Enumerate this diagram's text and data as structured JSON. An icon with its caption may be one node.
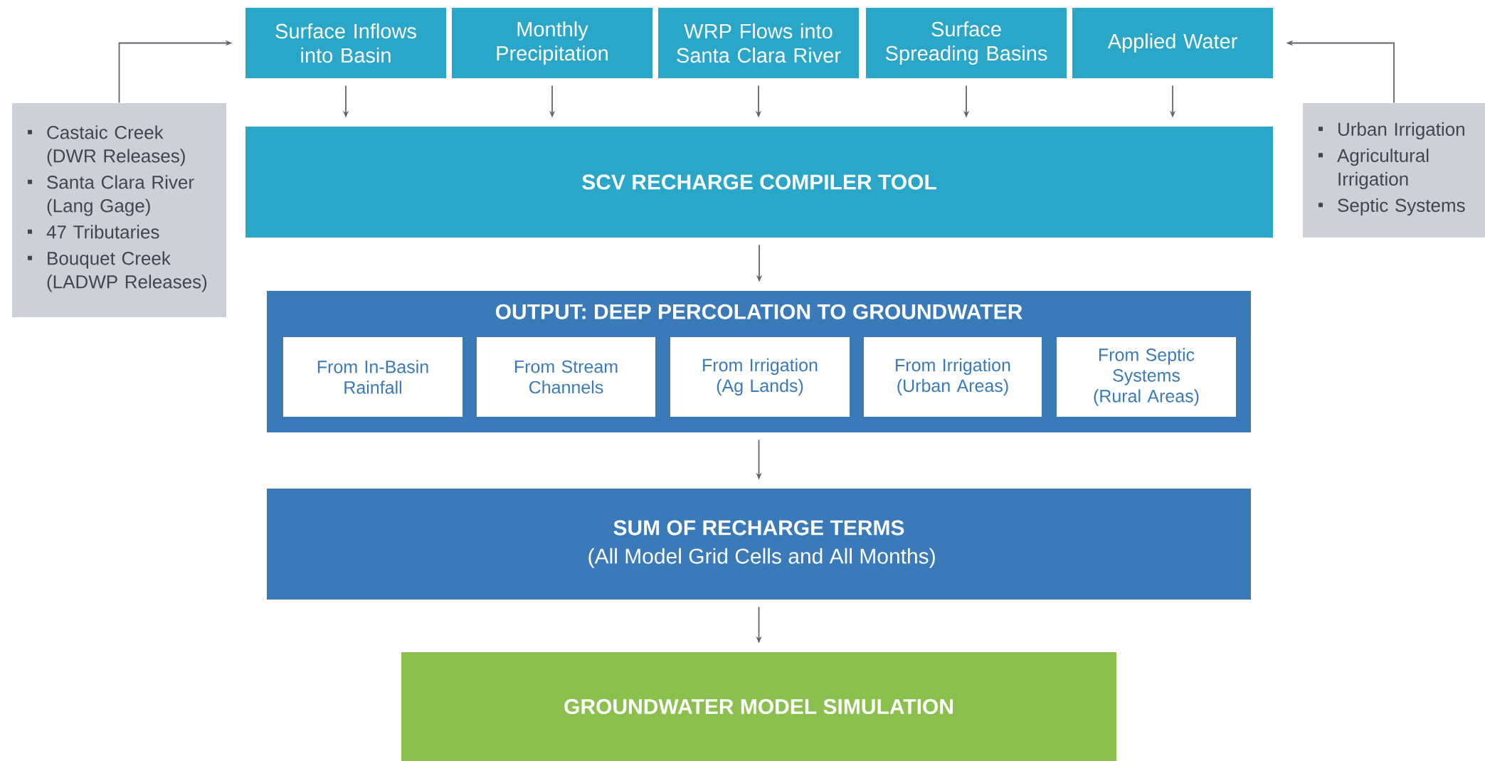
{
  "diagram": {
    "nodes": [
      {
        "text": [
          "Surface Inflows into Basin"
        ]
      },
      {
        "text": [
          "Monthly Precipitation"
        ]
      },
      {
        "text": [
          "WRP Flows into Santa Clara River"
        ]
      },
      {
        "text": [
          "Surface Spreading Basins"
        ]
      },
      {
        "text": [
          "Applied Water"
        ]
      },
      {
        "text": [
          "Castaic Creek (DWR Releases)",
          "Santa Clara River (Lang Gage)",
          "47 Tributaries",
          "Bouquet Creek (LADWP Releases)"
        ]
      },
      {
        "text": [
          "Urban Irrigation",
          "Agricultural Irrigation",
          "Septic Systems"
        ]
      },
      {
        "text": [
          "SCV RECHARGE COMPILER TOOL"
        ]
      },
      {
        "text": [
          "OUTPUT: DEEP PERCOLATION TO GROUNDWATER"
        ]
      },
      {
        "text": [
          "From In-Basin Rainfall"
        ],
        "in": 8
      },
      {
        "text": [
          "From Stream Channels"
        ],
        "in": 8
      },
      {
        "text": [
          "From Irrigation (Ag Lands)"
        ],
        "in": 8
      },
      {
        "text": [
          "From Irrigation (Urban Areas)"
        ],
        "in": 8
      },
      {
        "text": [
          "From Septic Systems (Rural Areas)"
        ],
        "in": 8
      },
      {
        "text": [
          "SUM OF RECHARGE TERMS",
          "(All Model Grid Cells and All Months)"
        ]
      },
      {
        "text": [
          "GROUNDWATER MODEL SIMULATION"
        ]
      }
    ],
    "edges": [
      {
        "from": 5,
        "to": 0,
        "arrow": "to"
      },
      {
        "from": 6,
        "to": 4,
        "arrow": "to"
      },
      {
        "from": 0,
        "to": 7,
        "arrow": "to"
      },
      {
        "from": 1,
        "to": 7,
        "arrow": "to"
      },
      {
        "from": 2,
        "to": 7,
        "arrow": "to"
      },
      {
        "from": 3,
        "to": 7,
        "arrow": "to"
      },
      {
        "from": 4,
        "to": 7,
        "arrow": "to"
      },
      {
        "from": 7,
        "to": 8,
        "arrow": "to"
      },
      {
        "from": 8,
        "to": 14,
        "arrow": "to"
      },
      {
        "from": 14,
        "to": 15,
        "arrow": "to"
      }
    ]
  }
}
